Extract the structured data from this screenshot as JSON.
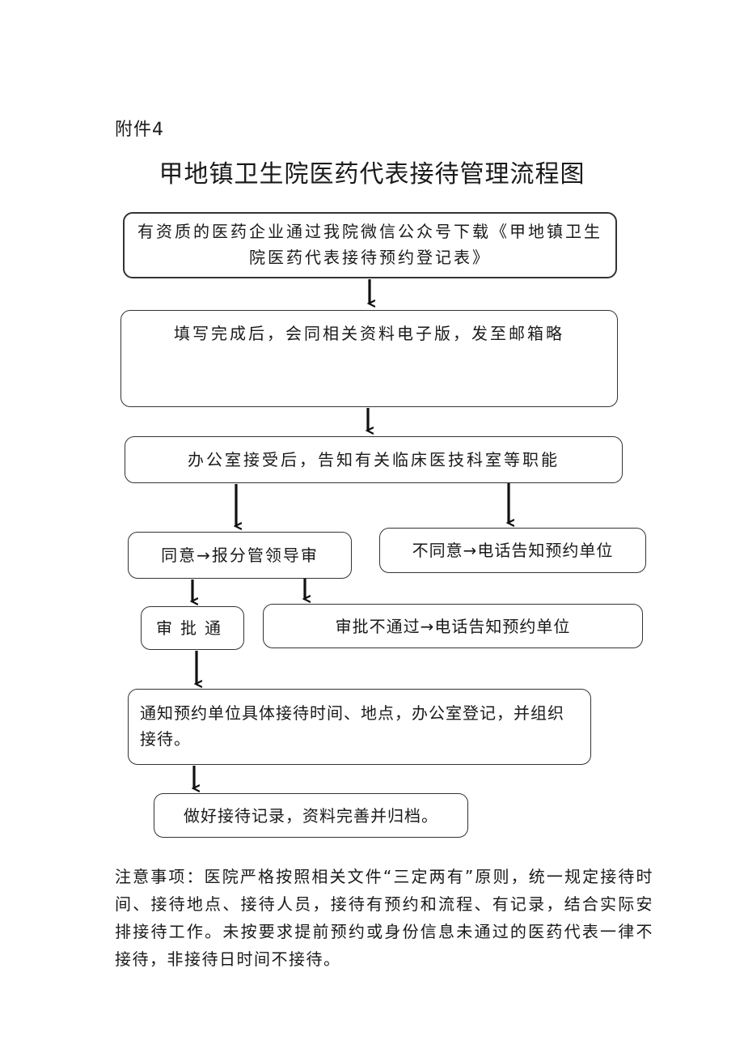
{
  "attachment_label": "附件4",
  "title": "甲地镇卫生院医药代表接待管理流程图",
  "flow": {
    "step1": "有资质的医药企业通过我院微信公众号下载《甲地镇卫生院医药代表接待预约登记表》",
    "step2": "填写完成后，会同相关资料电子版，发至邮箱略",
    "step3": "办公室接受后，告知有关临床医技科室等职能",
    "agree": "同意→报分管领导审",
    "disagree": "不同意→电话告知预约单位",
    "approved": "审批通",
    "rejected": "审批不通过→电话告知预约单位",
    "notify": "通知预约单位具体接待时间、地点，办公室登记，并组织接待。",
    "record": "做好接待记录，资料完善并归档。"
  },
  "notes": "注意事项：医院严格按照相关文件“三定两有”原则，统一规定接待时间、接待地点、接待人员，接待有预约和流程、有记录，结合实际安排接待工作。未按要求提前预约或身份信息未通过的医药代表一律不接待，非接待日时间不接待。"
}
